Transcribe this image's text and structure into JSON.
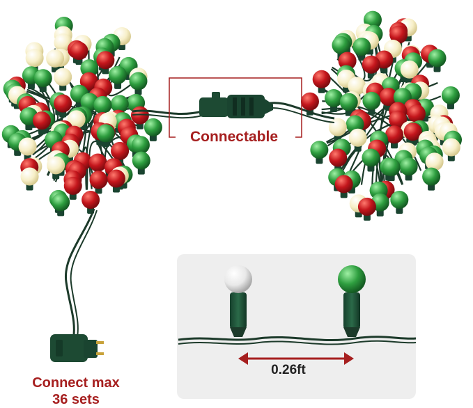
{
  "labels": {
    "connectable": "Connectable",
    "connect_max_line1": "Connect max",
    "connect_max_line2": "36 sets",
    "spacing": "0.26ft"
  },
  "colors": {
    "bulb_red": "#c4161c",
    "bulb_green": "#2e9e3f",
    "bulb_warm_white": "#f7efc8",
    "wire_green": "#1c3a2a",
    "label_red": "#a61f1f",
    "panel_bg": "#eeeeee"
  },
  "icons": [
    "bulb-cluster",
    "plug-connector",
    "male-plug",
    "bulb-white-closeup",
    "bulb-green-closeup",
    "double-arrow"
  ]
}
